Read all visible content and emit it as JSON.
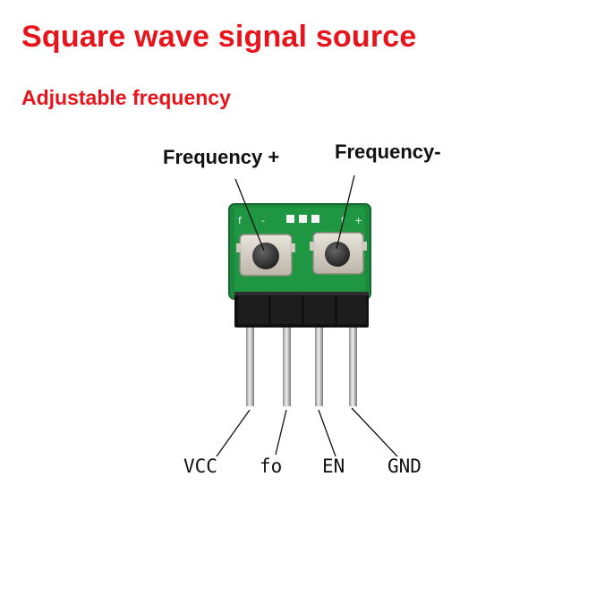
{
  "heading": {
    "title": "Square wave signal source",
    "subtitle": "Adjustable frequency"
  },
  "buttons": {
    "increase_label": "Frequency +",
    "decrease_label": "Frequency-"
  },
  "pins": {
    "vcc": "VCC",
    "fo": "fo",
    "en": "EN",
    "gnd": "GND"
  },
  "colors": {
    "title_red": "#e8141b",
    "pcb_green": "#1c8a3c",
    "header_black": "#111111",
    "pin_silver": "#c9c9c9"
  }
}
